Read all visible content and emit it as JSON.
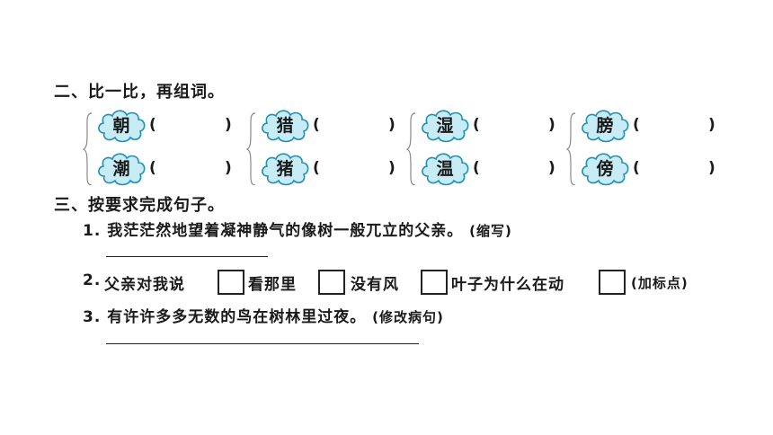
{
  "section2": {
    "title": "二、比一比，再组词。",
    "pairs": [
      {
        "top": "朝",
        "bottom": "潮"
      },
      {
        "top": "猎",
        "bottom": "猪"
      },
      {
        "top": "湿",
        "bottom": "温"
      },
      {
        "top": "膀",
        "bottom": "傍"
      }
    ],
    "paren_open": "(",
    "paren_close": ")"
  },
  "section3": {
    "title": "三、按要求完成句子。",
    "q1": {
      "text": "1. 我茫茫然地望着凝神静气的像树一般兀立的父亲。",
      "note": "(缩写)"
    },
    "q2": {
      "num": "2.",
      "seg1": "父亲对我说",
      "seg2": "看那里",
      "seg3": "没有风",
      "seg4": "叶子为什么在动",
      "note": "(加标点)"
    },
    "q3": {
      "text": "3. 有许许多多无数的鸟在树林里过夜。",
      "note": "(修改病句)"
    }
  },
  "colors": {
    "cloud_fill": "#c8ecf5",
    "cloud_stroke": "#1e8fb5",
    "ink": "#1a1a1a"
  }
}
